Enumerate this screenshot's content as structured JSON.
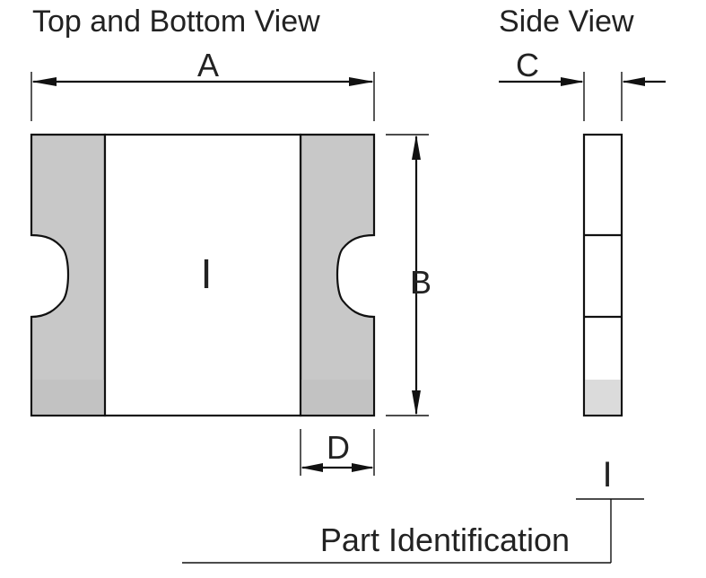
{
  "titles": {
    "top_bottom": "Top and Bottom View",
    "side": "Side View"
  },
  "dimensions": {
    "A": "A",
    "B": "B",
    "C": "C",
    "D": "D"
  },
  "marking": "I",
  "part_identification": {
    "label": "Part Identification",
    "marking": "I"
  },
  "colors": {
    "terminal_fill": "#c8c8c8",
    "line": "#111111",
    "text": "#222222"
  }
}
